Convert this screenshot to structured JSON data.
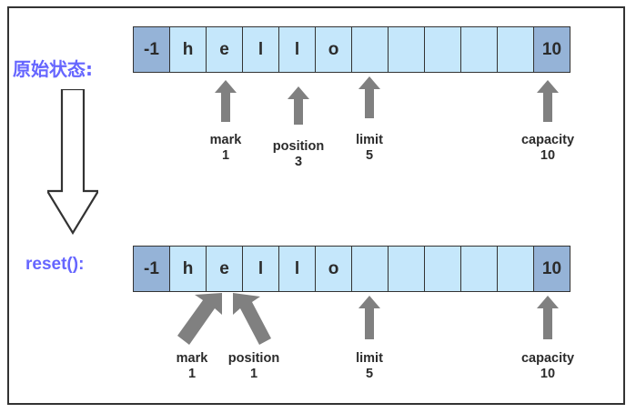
{
  "diagram": {
    "title_top": "原始状态:",
    "title_bottom": "reset():",
    "accent_color": "#95b3d7",
    "cell_color": "#c5e7fb",
    "label_color": "#6666ff",
    "arrow_color": "#808080",
    "border_color": "#333333"
  },
  "rows": [
    {
      "name": "original-state",
      "label": "原始状态:",
      "cells": [
        "-1",
        "h",
        "e",
        "l",
        "l",
        "o",
        "",
        "",
        "",
        "",
        "",
        "10"
      ],
      "pointers": [
        {
          "name": "mark",
          "label": "mark",
          "value": "1"
        },
        {
          "name": "position",
          "label": "position",
          "value": "3"
        },
        {
          "name": "limit",
          "label": "limit",
          "value": "5"
        },
        {
          "name": "capacity",
          "label": "capacity",
          "value": "10"
        }
      ]
    },
    {
      "name": "reset-state",
      "label": "reset():",
      "cells": [
        "-1",
        "h",
        "e",
        "l",
        "l",
        "o",
        "",
        "",
        "",
        "",
        "",
        "10"
      ],
      "pointers": [
        {
          "name": "mark",
          "label": "mark",
          "value": "1"
        },
        {
          "name": "position",
          "label": "position",
          "value": "1"
        },
        {
          "name": "limit",
          "label": "limit",
          "value": "5"
        },
        {
          "name": "capacity",
          "label": "capacity",
          "value": "10"
        }
      ]
    }
  ],
  "transition": {
    "icon": "big-down-arrow"
  }
}
